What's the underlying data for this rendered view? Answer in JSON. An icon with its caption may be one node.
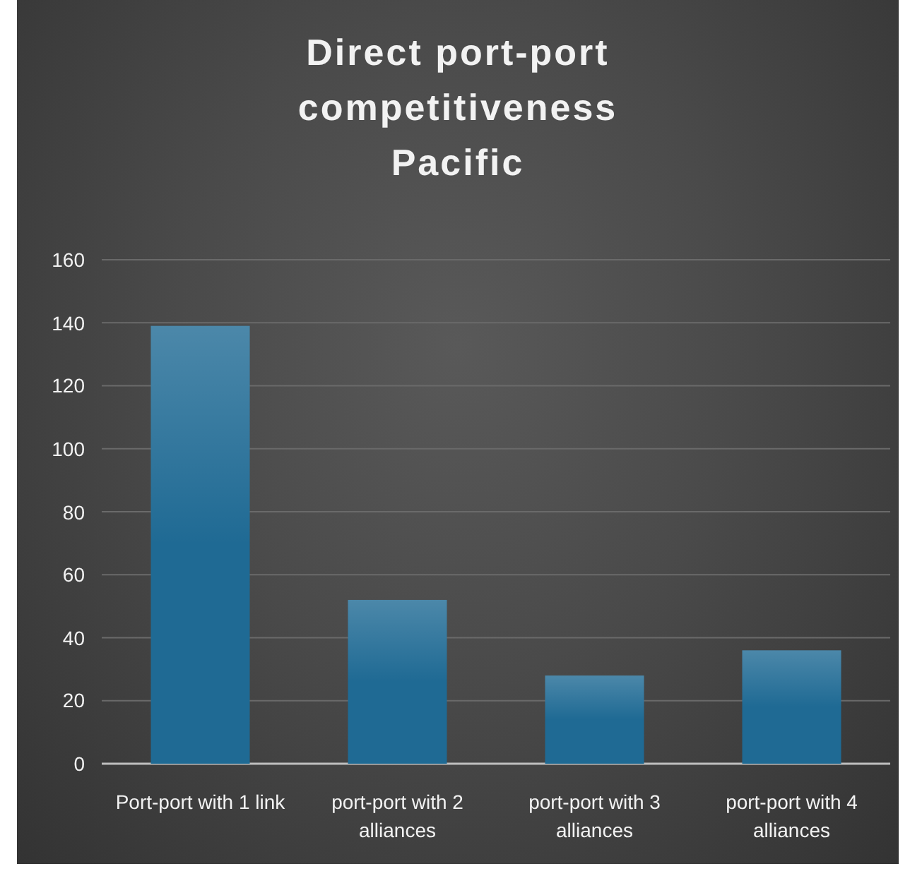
{
  "diagram": {
    "title": "Direct port-port competitiveness Pacific",
    "chart_data": {
      "type": "bar",
      "categories": [
        "Port-port with 1 link",
        "port-port with 2 alliances",
        "port-port with 3 alliances",
        "port-port with 4 alliances"
      ],
      "series": [
        {
          "color": "#1f6a94",
          "values": [
            139,
            52,
            28,
            36
          ]
        }
      ],
      "grid": true,
      "ylim": [
        0,
        160
      ],
      "yticks": [
        0,
        20,
        40,
        60,
        80,
        100,
        120,
        140,
        160
      ]
    }
  }
}
